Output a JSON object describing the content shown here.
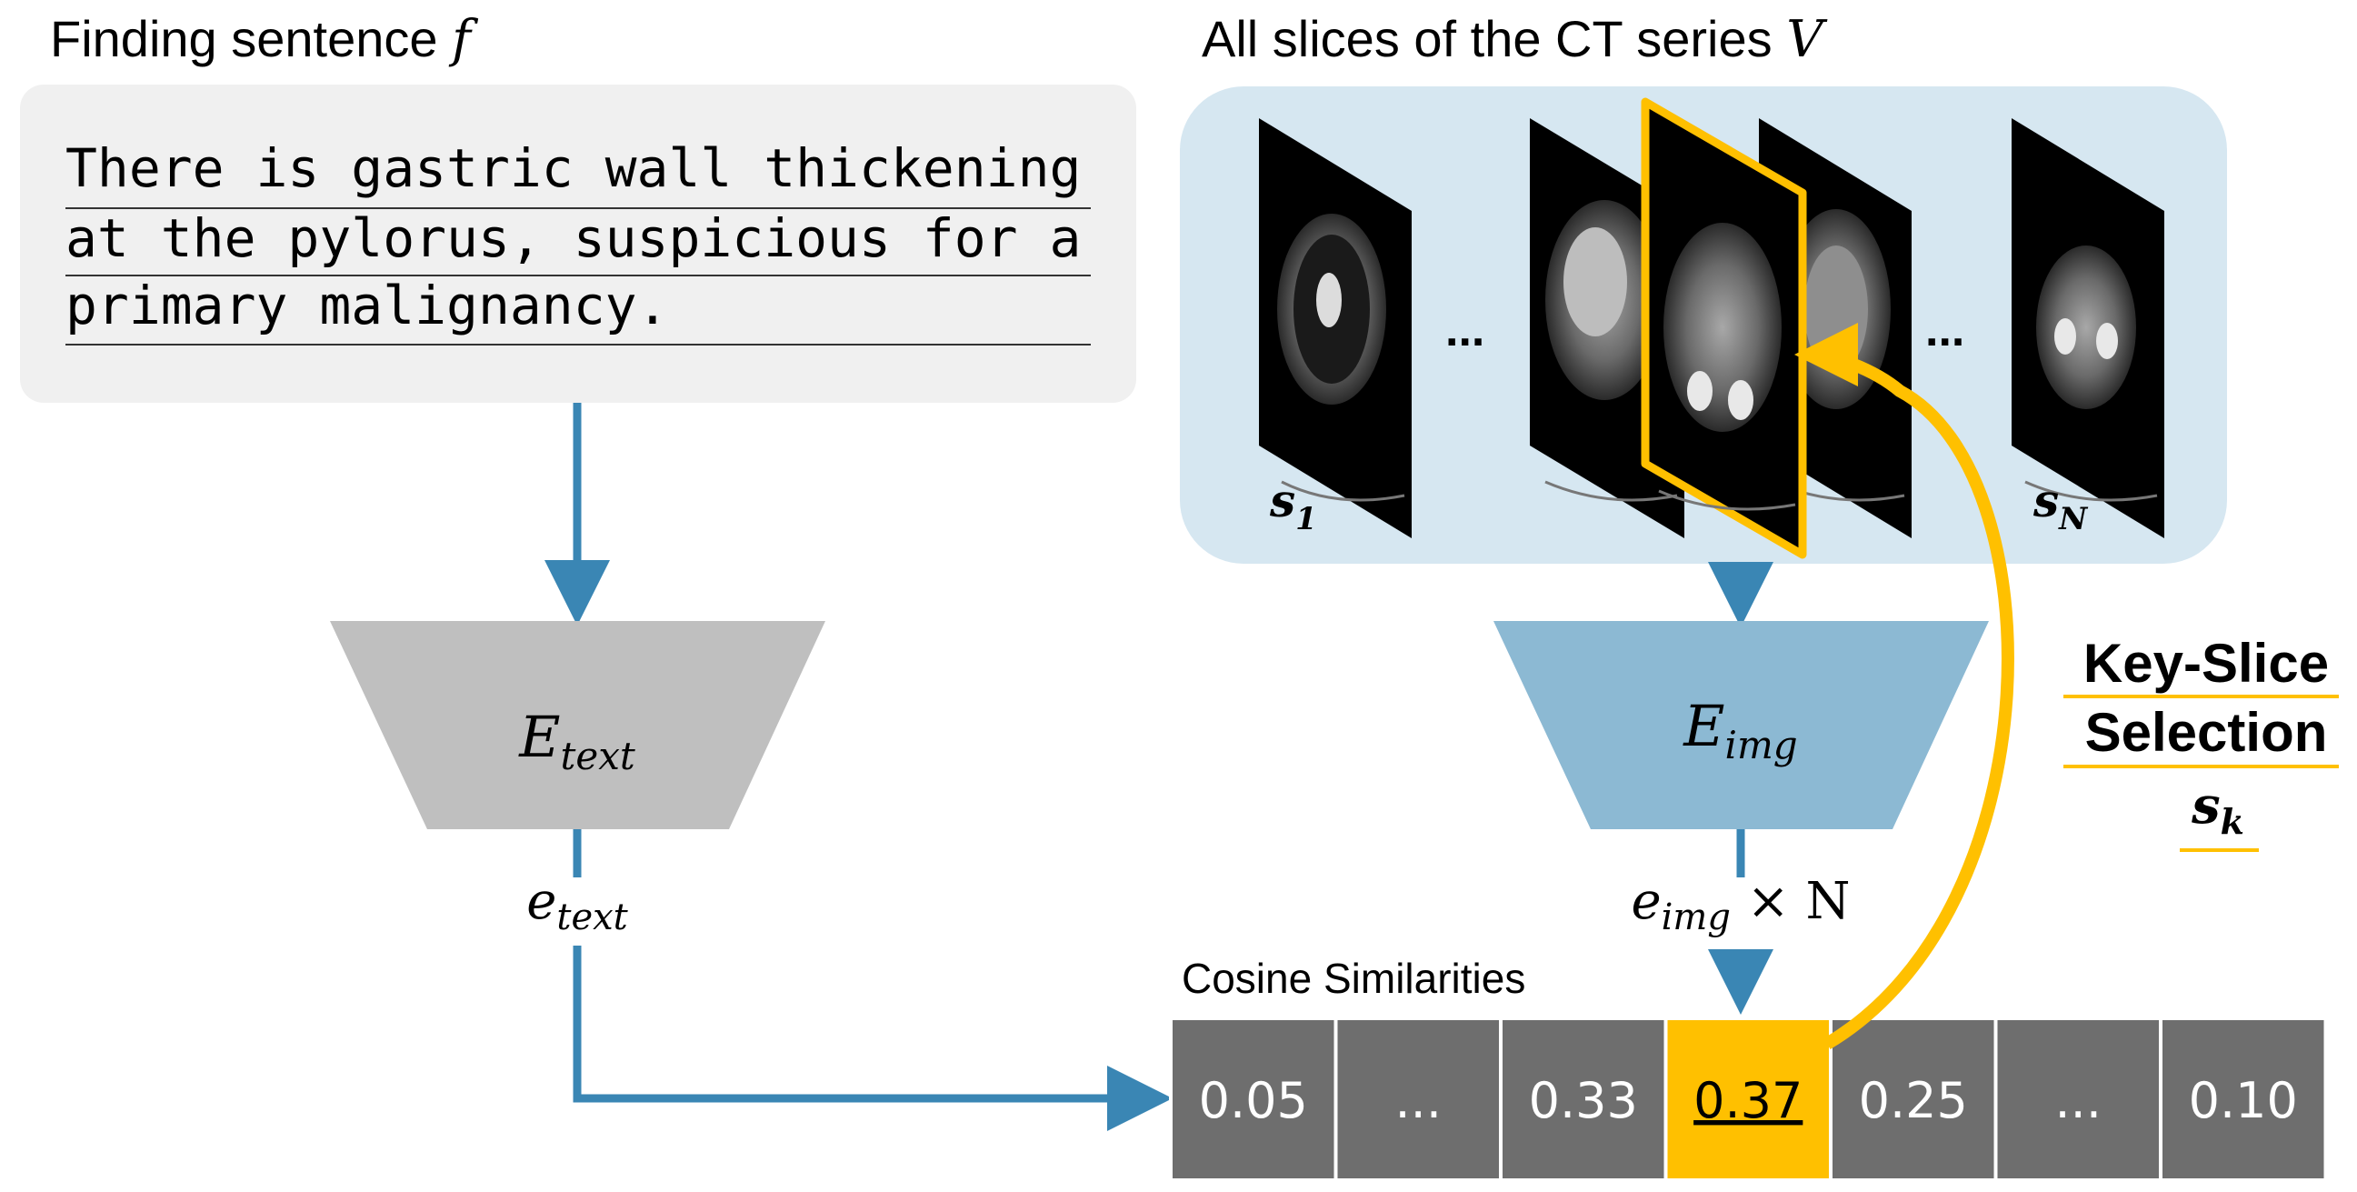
{
  "finding": {
    "heading": "Finding sentence",
    "heading_var": "f",
    "lines": [
      "There is gastric wall thickening",
      "at the pylorus, suspicious for a",
      "primary malignancy."
    ]
  },
  "ct": {
    "heading": "All slices of the CT series",
    "heading_var": "V",
    "ellipsis_left": "...",
    "ellipsis_right": "...",
    "first_slice_sym": "s",
    "first_slice_sub": "1",
    "last_slice_sym": "s",
    "last_slice_sub": "N"
  },
  "encoders": {
    "text": {
      "sym": "E",
      "sub": "text"
    },
    "img": {
      "sym": "E",
      "sub": "img"
    }
  },
  "embeddings": {
    "text": {
      "sym": "e",
      "sub": "text"
    },
    "img": {
      "sym": "e",
      "sub": "img",
      "suffix": "× N"
    }
  },
  "similarities": {
    "label": "Cosine Similarities",
    "cells": [
      "0.05",
      "...",
      "0.33",
      "0.37",
      "0.25",
      "...",
      "0.10"
    ],
    "highlight_index": 3
  },
  "key_slice": {
    "line1": "Key-Slice",
    "line2": "Selection",
    "sym": "s",
    "sub": "k"
  },
  "colors": {
    "arrow_blue": "#3a86b4",
    "highlight_yellow": "#ffc000",
    "text_encoder_gray": "#bfbfbf",
    "img_encoder_blue": "#8cb9d3",
    "ct_panel_bg": "#d6e7f1",
    "finding_panel_bg": "#f0f0f0",
    "cell_gray": "#6e6e6e"
  }
}
